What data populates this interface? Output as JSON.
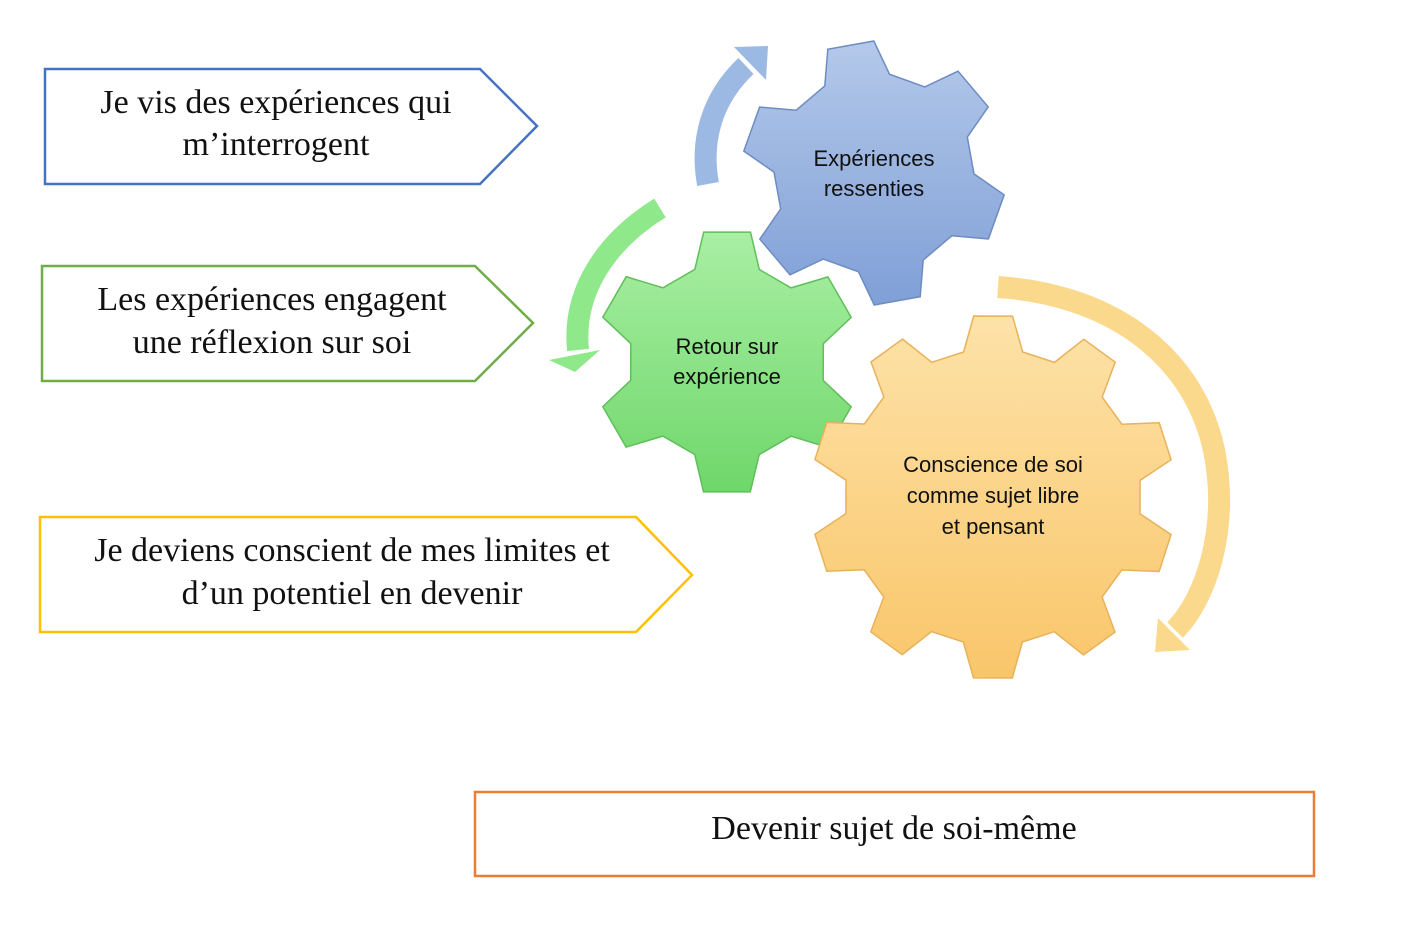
{
  "pentagons": [
    {
      "lines": [
        "Je vis des expériences qui",
        "m’interrogent"
      ],
      "color": "#4472c4"
    },
    {
      "lines": [
        "Les expériences engagent",
        "une réflexion sur soi"
      ],
      "color": "#70ad47"
    },
    {
      "lines": [
        "Je deviens conscient de mes limites et",
        "d’un potentiel en devenir"
      ],
      "color": "#ffc000"
    }
  ],
  "gears": [
    {
      "lines": [
        "Expériences",
        "ressenties"
      ],
      "fill_top": "#b4c9ea",
      "fill_bottom": "#7f9fd6",
      "stroke": "#6e8cc2"
    },
    {
      "lines": [
        "Retour sur",
        "expérience"
      ],
      "fill_top": "#a9efa4",
      "fill_bottom": "#6fd76a",
      "stroke": "#5fbf5a"
    },
    {
      "lines": [
        "Conscience de soi",
        "comme sujet libre",
        "et pensant"
      ],
      "fill_top": "#fde2a8",
      "fill_bottom": "#f9c66a",
      "stroke": "#e8b25a"
    }
  ],
  "arrows": [
    {
      "color": "#9bb9e2"
    },
    {
      "color": "#8fe88a"
    },
    {
      "color": "#fbd98c"
    }
  ],
  "conclusion": {
    "text": "Devenir sujet de soi-même",
    "color": "#ed7d31"
  }
}
